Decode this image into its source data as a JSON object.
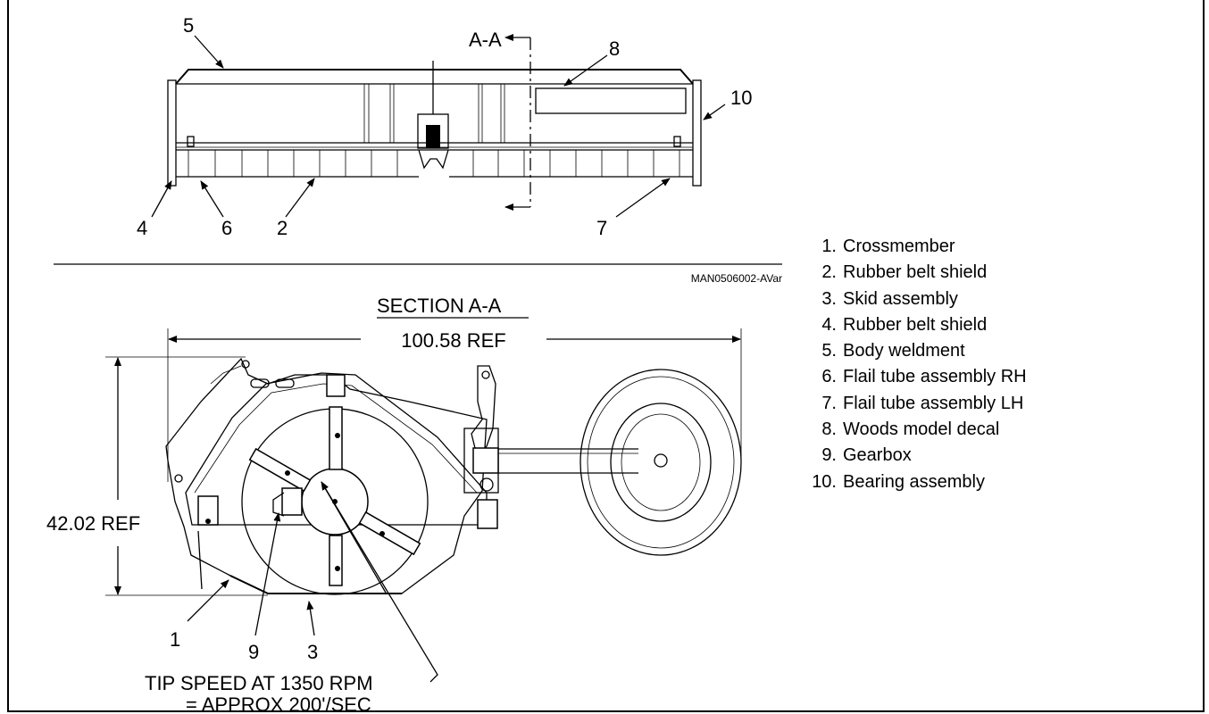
{
  "diagram": {
    "top_view": {
      "callouts": [
        "5",
        "8",
        "10",
        "4",
        "6",
        "2",
        "7"
      ],
      "section_marker": "A-A"
    },
    "figure_id": "MAN0506002-AVar",
    "section_view": {
      "title": "SECTION A-A",
      "width_dim": "100.58 REF",
      "height_dim": "42.02 REF",
      "callouts": [
        "1",
        "9",
        "3"
      ],
      "note_line1": "TIP SPEED AT 1350 RPM",
      "note_line2": "= APPROX 200'/SEC"
    }
  },
  "legend": [
    {
      "num": "1.",
      "text": "Crossmember"
    },
    {
      "num": "2.",
      "text": "Rubber belt shield"
    },
    {
      "num": "3.",
      "text": "Skid assembly"
    },
    {
      "num": "4.",
      "text": "Rubber belt shield"
    },
    {
      "num": "5.",
      "text": "Body weldment"
    },
    {
      "num": "6.",
      "text": "Flail tube assembly RH"
    },
    {
      "num": "7.",
      "text": "Flail tube assembly LH"
    },
    {
      "num": "8.",
      "text": "Woods model decal"
    },
    {
      "num": "9.",
      "text": "Gearbox"
    },
    {
      "num": "10.",
      "text": "Bearing assembly"
    }
  ]
}
